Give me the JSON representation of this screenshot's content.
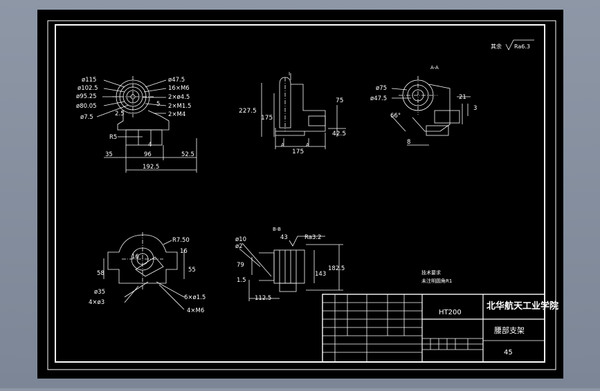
{
  "roughness_note": {
    "prefix": "其余",
    "value": "Ra6.3"
  },
  "views": {
    "front": {
      "dims": [
        "ø115",
        "ø102.5",
        "ø95.25",
        "ø80.05",
        "ø7.5",
        "ø47.5",
        "16×M6",
        "2×ø4.5",
        "2×M1.5",
        "2×M4",
        "2.5",
        "5",
        "R5",
        "4",
        "35",
        "96",
        "52.5",
        "192.5"
      ]
    },
    "side": {
      "section_mark": "I",
      "dims": [
        "227.5",
        "175",
        "75",
        "42.5",
        "175"
      ],
      "section_labels": [
        "A",
        "A"
      ]
    },
    "section_aa": {
      "title": "A-A",
      "dims": [
        "ø75",
        "ø47.5",
        "66°",
        "21",
        "3",
        "8"
      ]
    },
    "top": {
      "dims": [
        "R7.50",
        "16",
        "16",
        "58",
        "55",
        "ø35",
        "4×ø3",
        "6×ø1.5",
        "4×M6"
      ]
    },
    "section_bb": {
      "title": "B-B",
      "dims": [
        "ø10",
        "ø2",
        "43",
        "Ra3.2",
        "79",
        "1.5",
        "182.5",
        "143",
        "112.5"
      ]
    }
  },
  "notes": {
    "title": "技术要求",
    "line1": "未注明圆角R1"
  },
  "title_block": {
    "material": "HT200",
    "school": "北华航天工业学院",
    "part_name": "腰部支架",
    "scale": "45"
  },
  "colors": {
    "background": "#000000",
    "lines": "#ffffff",
    "window": "#8a94a4"
  }
}
